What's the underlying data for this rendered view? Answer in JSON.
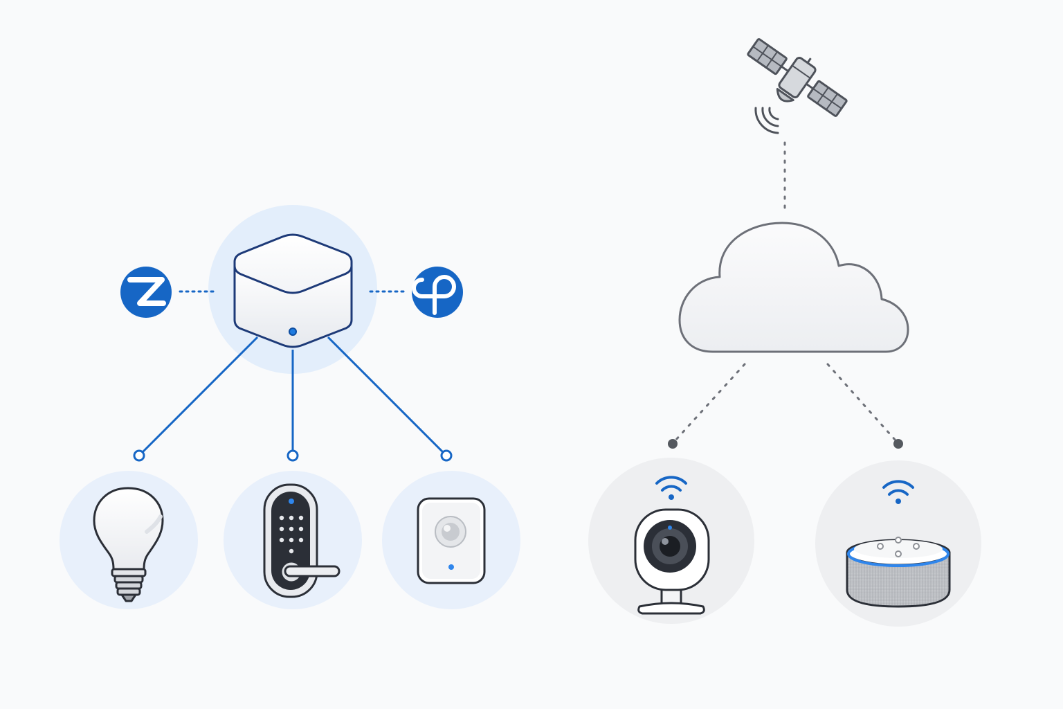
{
  "colors": {
    "background": "#f9fafb",
    "accent_blue": "#1666c5",
    "hub_glow": "#e3eefb",
    "device_glow_blue": "#e8f0fb",
    "device_glow_gray": "#eeeff1",
    "outline_gray": "#6d7078",
    "device_dark": "#2b2f37"
  },
  "diagram": {
    "left_group": {
      "hub": {
        "icon": "smart-home-hub-icon",
        "status_led": "blue"
      },
      "protocols": [
        {
          "icon": "zwave-logo-icon",
          "side": "left"
        },
        {
          "icon": "zigbee-logo-icon",
          "side": "right"
        }
      ],
      "connection_style": "solid",
      "devices": [
        {
          "icon": "light-bulb-icon"
        },
        {
          "icon": "smart-lock-icon"
        },
        {
          "icon": "motion-sensor-icon"
        }
      ]
    },
    "right_group": {
      "uplink": {
        "icon": "satellite-icon",
        "connection_style": "dotted"
      },
      "cloud": {
        "icon": "cloud-icon"
      },
      "connection_style": "dotted",
      "devices": [
        {
          "icon": "security-camera-icon",
          "signal": "wifi"
        },
        {
          "icon": "smart-speaker-icon",
          "signal": "wifi"
        }
      ]
    }
  }
}
